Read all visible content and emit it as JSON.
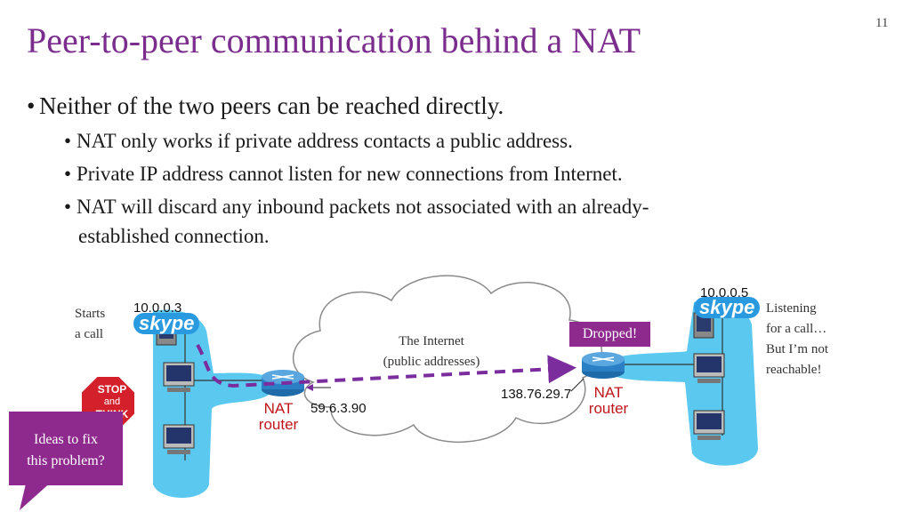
{
  "slide": {
    "number": "11",
    "title": "Peer-to-peer communication behind a NAT",
    "bullets": {
      "main": "Neither of  the two peers can be reached directly.",
      "sub1": "NAT only works if  private address contacts a public address.",
      "sub2": "Private IP address cannot listen for new connections from Internet.",
      "sub3_line1": "NAT will discard any inbound packets not associated with an already-",
      "sub3_line2": "established connection."
    }
  },
  "diagram": {
    "left_peer": {
      "ip": "10.0.0.3",
      "note_line1": "Starts",
      "note_line2": "a call",
      "logo": "skype"
    },
    "right_peer": {
      "ip": "10.0.0.5",
      "note_line1": "Listening",
      "note_line2": "for a call…",
      "note_line3": "But I’m not",
      "note_line4": "reachable!",
      "logo": "skype"
    },
    "internet": {
      "line1": "The Internet",
      "line2": "(public addresses)"
    },
    "left_nat": {
      "label_line1": "NAT",
      "label_line2": "router",
      "public_ip": "59.6.3.90"
    },
    "right_nat": {
      "label_line1": "NAT",
      "label_line2": "router",
      "public_ip": "138.76.29.7"
    },
    "dropped_label": "Dropped!",
    "stop_sign": {
      "line1": "STOP",
      "line2": "and",
      "line3": "THINK"
    },
    "callout": {
      "line1": "Ideas to fix",
      "line2": "this problem?"
    },
    "colors": {
      "title": "#7b2d8e",
      "accent_purple": "#8e2a8e",
      "arrow": "#7b2d9e",
      "lan_blue": "#5bc8ef",
      "router_blue": "#2a7fc5",
      "nat_label": "#c0161c",
      "stop_red": "#d4202a"
    }
  }
}
